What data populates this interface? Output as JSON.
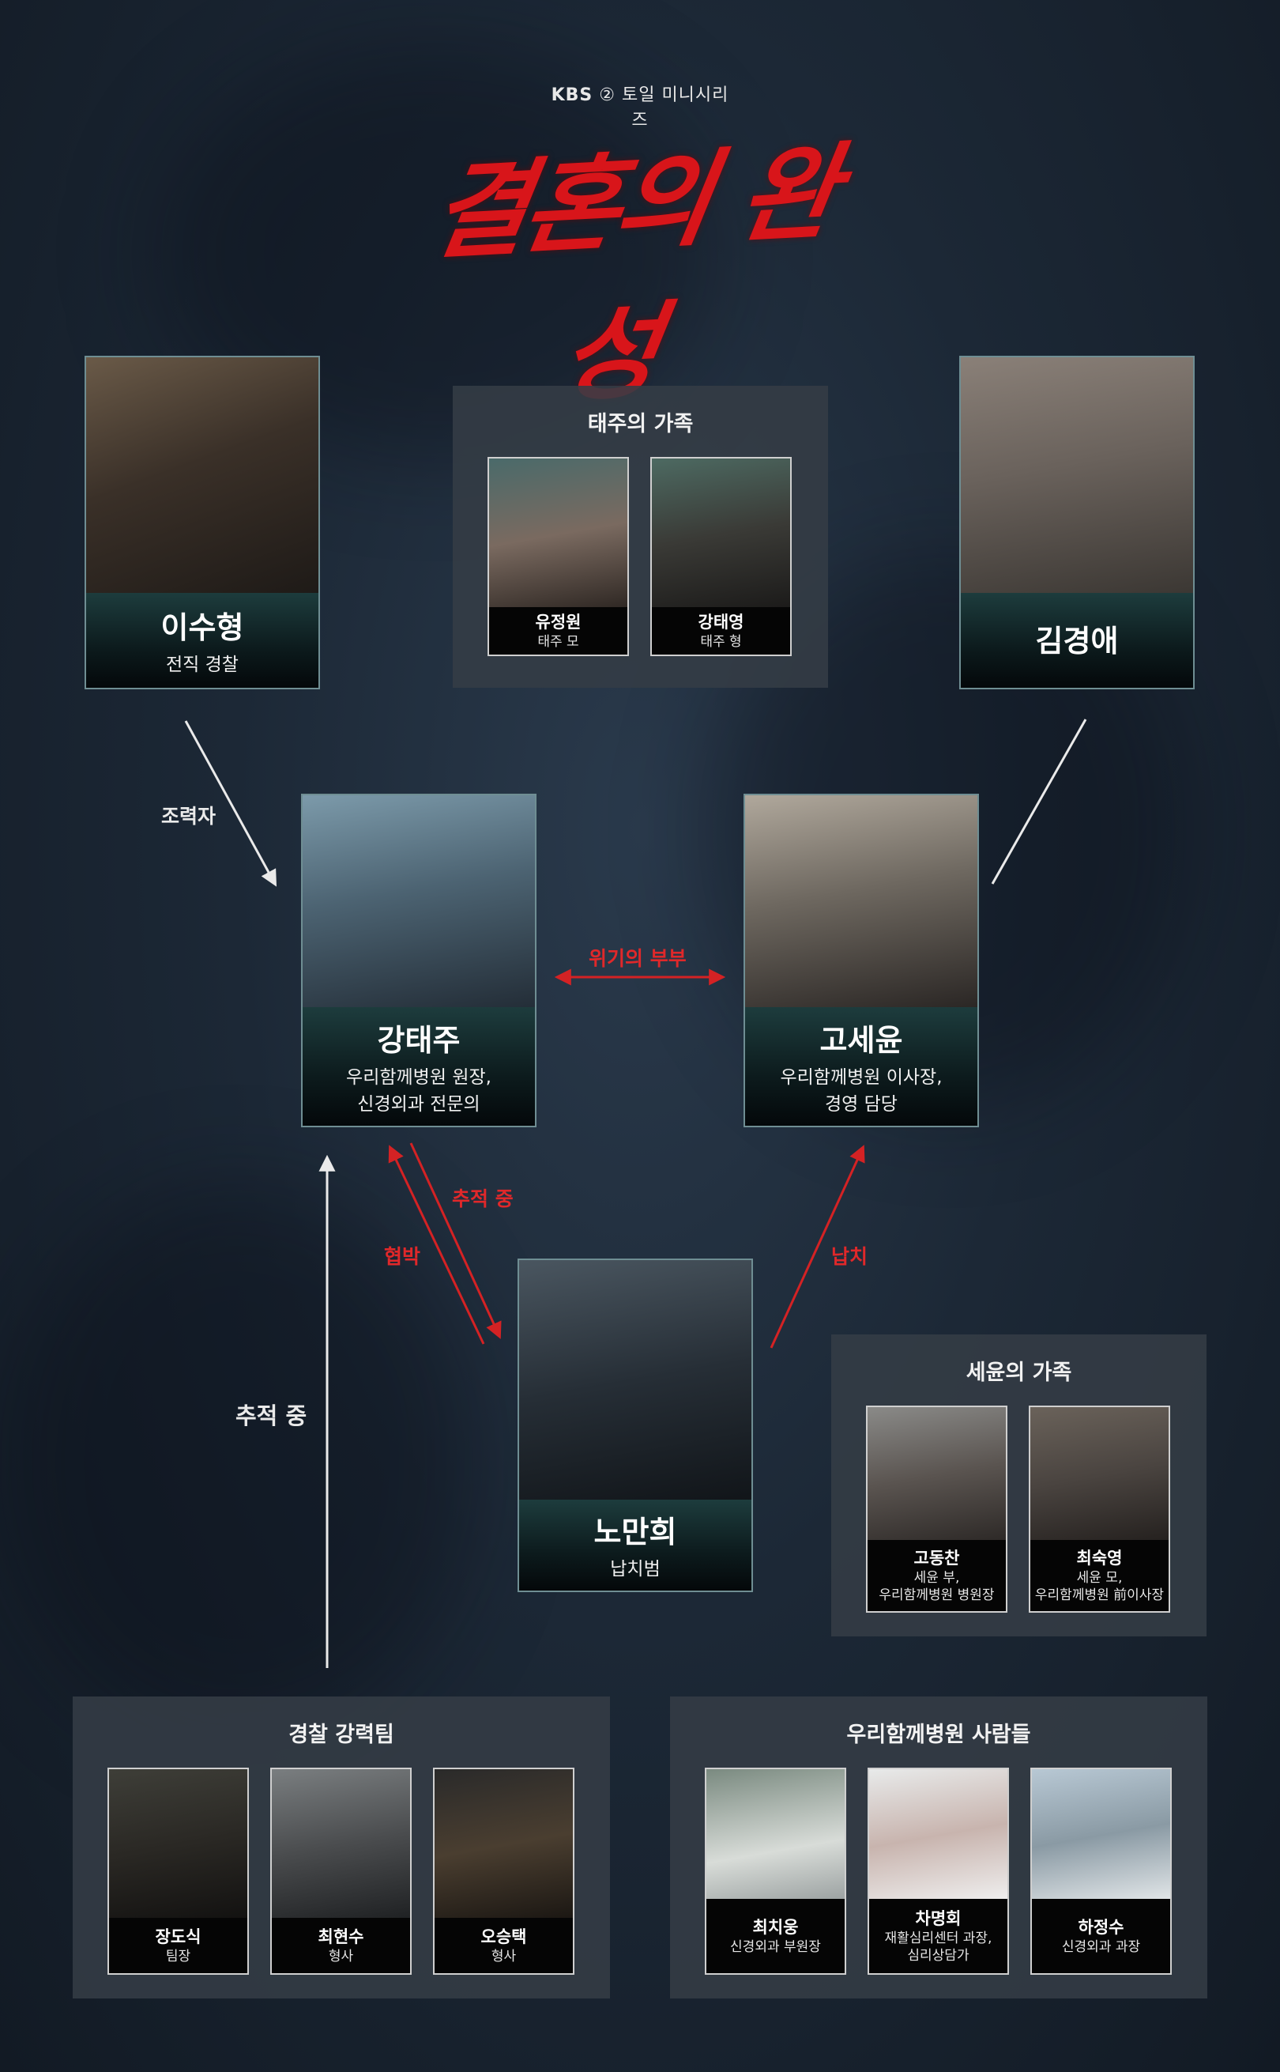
{
  "header": {
    "network": "KBS",
    "network_suffix": "② 토일 미니시리즈",
    "show_title": "결혼의 완성"
  },
  "main_characters": {
    "lee_suhyung": {
      "name": "이수형",
      "role": "전직 경찰"
    },
    "kim_gyeongae": {
      "name": "김경애",
      "role": ""
    },
    "kang_taeju": {
      "name": "강태주",
      "role_line1": "우리함께병원 원장,",
      "role_line2": "신경외과 전문의"
    },
    "go_seyun": {
      "name": "고세윤",
      "role_line1": "우리함께병원 이사장,",
      "role_line2": "경영 담당"
    },
    "no_manhui": {
      "name": "노만희",
      "role": "납치범"
    }
  },
  "groups": {
    "taeju_family": {
      "title": "태주의 가족",
      "members": [
        {
          "name": "유정원",
          "role": "태주 모"
        },
        {
          "name": "강태영",
          "role": "태주 형"
        }
      ]
    },
    "seyun_family": {
      "title": "세윤의 가족",
      "members": [
        {
          "name": "고동찬",
          "role_line1": "세윤 부,",
          "role_line2": "우리함께병원 병원장"
        },
        {
          "name": "최숙영",
          "role_line1": "세윤 모,",
          "role_line2": "우리함께병원 前이사장"
        }
      ]
    },
    "police": {
      "title": "경찰 강력팀",
      "members": [
        {
          "name": "장도식",
          "role": "팀장"
        },
        {
          "name": "최현수",
          "role": "형사"
        },
        {
          "name": "오승택",
          "role": "형사"
        }
      ]
    },
    "hospital": {
      "title": "우리함께병원 사람들",
      "members": [
        {
          "name": "최치웅",
          "role": "신경외과 부원장"
        },
        {
          "name": "차명회",
          "role_line1": "재활심리센터 과장,",
          "role_line2": "심리상담가"
        },
        {
          "name": "하정수",
          "role": "신경외과 과장"
        }
      ]
    }
  },
  "relations": {
    "helper": "조력자",
    "crisis_couple": "위기의 부부",
    "chasing_1": "추적 중",
    "threat": "협박",
    "kidnap": "납치",
    "chasing_2": "추적 중"
  },
  "colors": {
    "accent_red": "#e0282a",
    "card_border": "#6f8e93",
    "background": "#1c2836"
  },
  "icons": [
    "broadcaster-logo",
    "show-title-logo",
    "portrait-photo",
    "arrow-right",
    "arrow-double",
    "arrow-up"
  ]
}
